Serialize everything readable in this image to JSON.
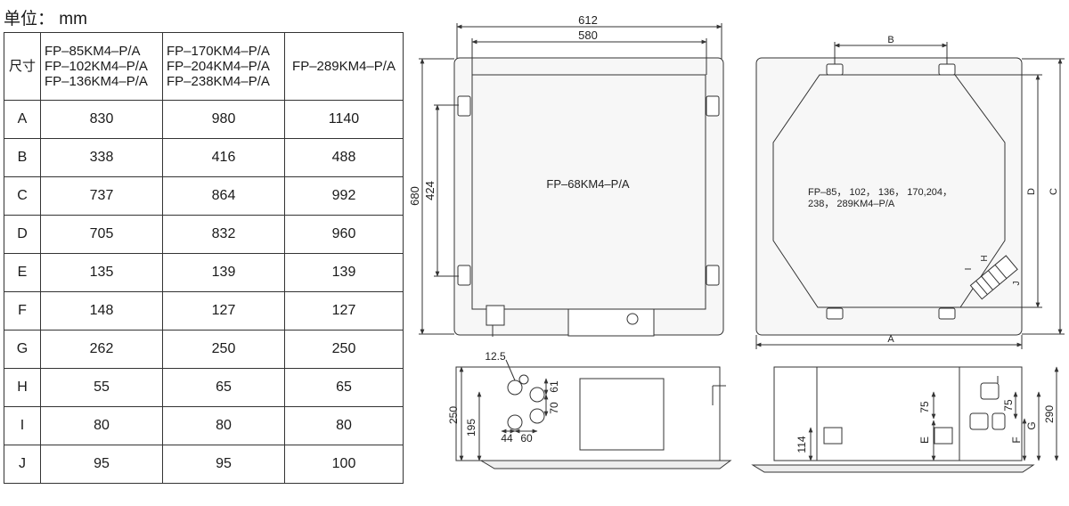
{
  "unit": {
    "label": "单位：",
    "value": "mm"
  },
  "table": {
    "corner": "尺寸",
    "columns": [
      [
        "FP–85KM4–P/A",
        "FP–102KM4–P/A",
        "FP–136KM4–P/A"
      ],
      [
        "FP–170KM4–P/A",
        "FP–204KM4–P/A",
        "FP–238KM4–P/A"
      ],
      [
        "FP–289KM4–P/A"
      ]
    ],
    "rows": [
      {
        "dim": "A",
        "values": [
          "830",
          "980",
          "1140"
        ]
      },
      {
        "dim": "B",
        "values": [
          "338",
          "416",
          "488"
        ]
      },
      {
        "dim": "C",
        "values": [
          "737",
          "864",
          "992"
        ]
      },
      {
        "dim": "D",
        "values": [
          "705",
          "832",
          "960"
        ]
      },
      {
        "dim": "E",
        "values": [
          "135",
          "139",
          "139"
        ]
      },
      {
        "dim": "F",
        "values": [
          "148",
          "127",
          "127"
        ]
      },
      {
        "dim": "G",
        "values": [
          "262",
          "250",
          "250"
        ]
      },
      {
        "dim": "H",
        "values": [
          "55",
          "65",
          "65"
        ]
      },
      {
        "dim": "I",
        "values": [
          "80",
          "80",
          "80"
        ]
      },
      {
        "dim": "J",
        "values": [
          "95",
          "95",
          "100"
        ]
      }
    ]
  },
  "drawing": {
    "left_top": {
      "dim_width_outer": "612",
      "dim_width_inner": "580",
      "dim_height_outer": "680",
      "dim_height_inner": "424",
      "model_label": "FP–68KM4–P/A"
    },
    "right_top": {
      "dim_b": "B",
      "dim_a": "A",
      "dim_d": "D",
      "dim_c": "C",
      "dim_h": "H",
      "dim_i": "I",
      "dim_j": "J",
      "model_label_line1": "FP–85， 102， 136， 170,204，",
      "model_label_line2": "238， 289KM4–P/A"
    },
    "left_bottom": {
      "dim_12_5": "12.5",
      "dim_61": "61",
      "dim_70": "70",
      "dim_44": "44",
      "dim_60": "60",
      "dim_195": "195",
      "dim_250": "250"
    },
    "right_bottom": {
      "dim_114": "114",
      "dim_75a": "75",
      "dim_75b": "75",
      "dim_e": "E",
      "dim_f": "F",
      "dim_g": "G",
      "dim_290": "290"
    }
  }
}
